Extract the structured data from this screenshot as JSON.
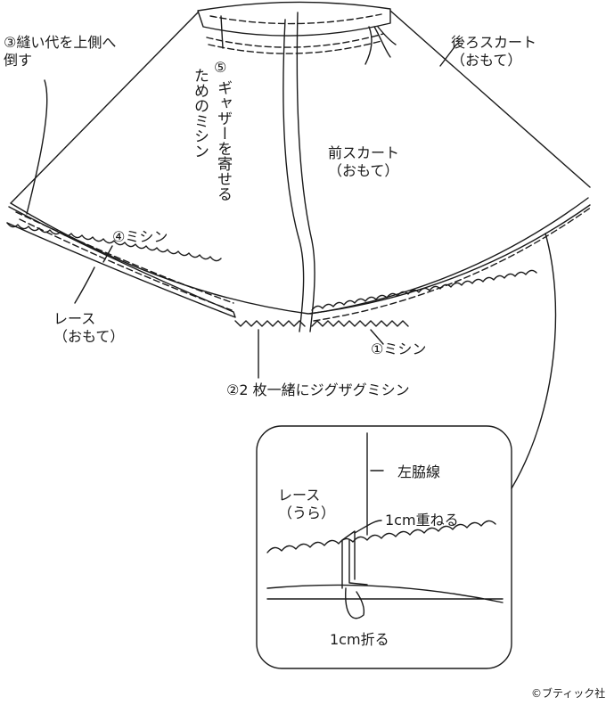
{
  "labels": {
    "step3": "③縫い代を上側へ\n倒す",
    "step5_a": "⑤",
    "step5_b": "ギャザーを寄せる",
    "step5_c": "ためのミシン",
    "back_skirt": "後ろスカート\n（おもて）",
    "front_skirt": "前スカート\n（おもて）",
    "step4": "④ミシン",
    "lace_front": "レース\n（おもて）",
    "step1": "①ミシン",
    "step2": "②2 枚一緒にジグザグミシン",
    "side_seam": "左脇線",
    "lace_back": "レース\n（うら）",
    "overlap": "1cm重ねる",
    "fold": "1cm折る",
    "copyright": "©ブティック社"
  },
  "colors": {
    "line": "#1a1a1a",
    "background": "#ffffff"
  }
}
